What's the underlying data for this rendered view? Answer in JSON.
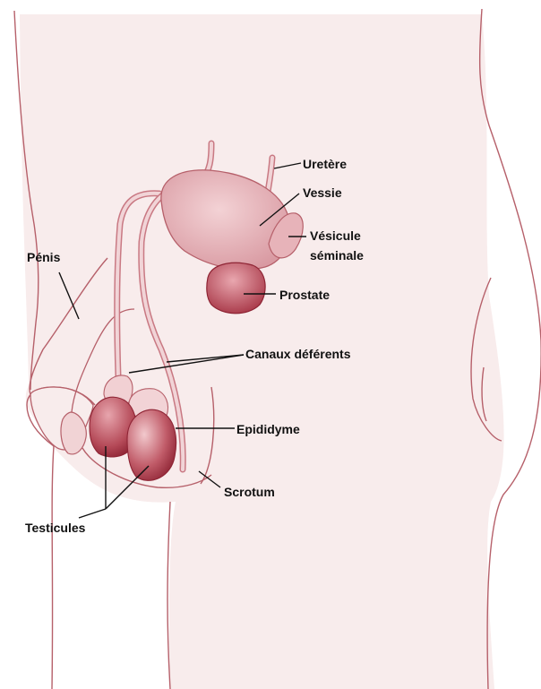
{
  "labels": {
    "uretere": "Uretère",
    "vessie": "Vessie",
    "vesicule_line1": "Vésicule",
    "vesicule_line2": "séminale",
    "prostate": "Prostate",
    "penis": "Pénis",
    "canaux": "Canaux déférents",
    "epididyme": "Epididyme",
    "scrotum": "Scrotum",
    "testicules": "Testicules"
  },
  "colors": {
    "background_tint": "#f8ecec",
    "skin_outline": "#b6606a",
    "organ_light": "#edc3c7",
    "organ_mid": "#dea1a8",
    "organ_dark": "#9e2f3e",
    "label_text": "#111111"
  }
}
